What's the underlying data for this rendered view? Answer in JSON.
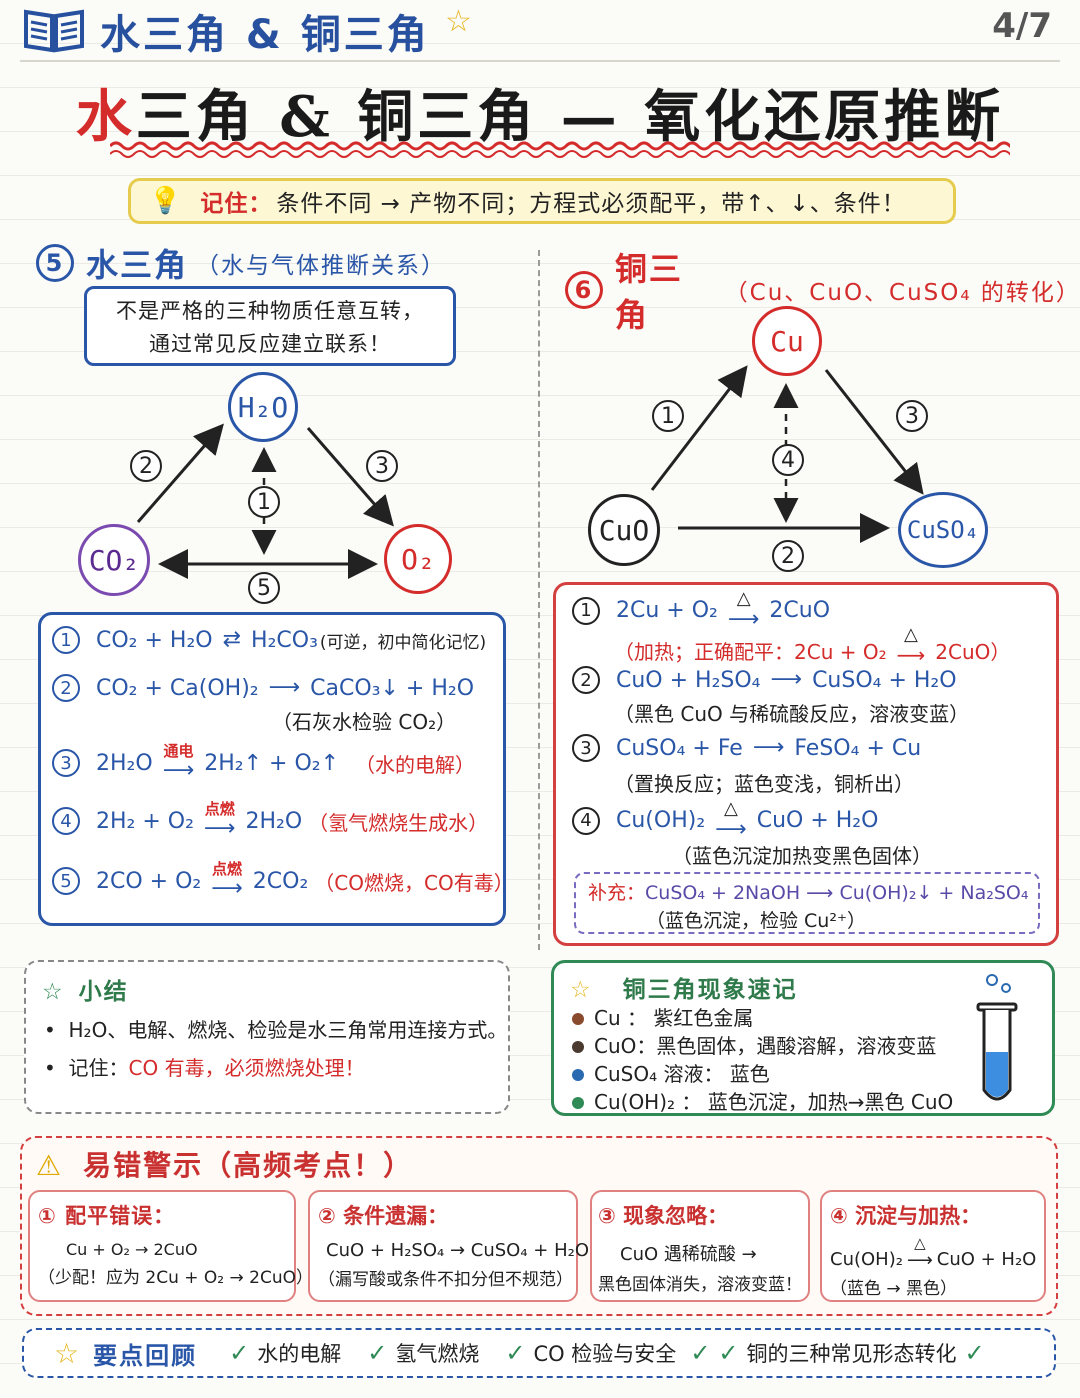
{
  "header": {
    "title": "水三角 & 铜三角",
    "star": "☆",
    "page": "4/7"
  },
  "main_title": {
    "first": "水",
    "rest": "三角 & 铜三角 — 氧化还原推断"
  },
  "tip": {
    "keyword": "记住：",
    "text": "条件不同 → 产物不同；方程式必须配平，带↑、↓、条件！"
  },
  "water": {
    "num": "5",
    "title": "水三角",
    "sub": "（水与气体推断关系）",
    "note_line1": "不是严格的三种物质任意互转，",
    "note_line2": "通过常见反应建立联系！",
    "nodes": {
      "top": "H₂O",
      "left": "CO₂",
      "right": "O₂"
    },
    "labels": [
      "1",
      "2",
      "3",
      "5"
    ],
    "eqs": [
      {
        "n": "1",
        "lhs": "CO₂ + H₂O",
        "rhs": "H₂CO₃",
        "note": "(可逆，初中简化记忆)"
      },
      {
        "n": "2",
        "lhs": "CO₂ + Ca(OH)₂",
        "rhs": "CaCO₃↓ + H₂O",
        "note": "（石灰水检验 CO₂）"
      },
      {
        "n": "3",
        "lhs": "2H₂O",
        "cond": "通电",
        "rhs": "2H₂↑ + O₂↑",
        "note": "（水的电解）"
      },
      {
        "n": "4",
        "lhs": "2H₂ + O₂",
        "cond": "点燃",
        "rhs": "2H₂O",
        "note": "（氢气燃烧生成水）"
      },
      {
        "n": "5",
        "lhs": "2CO + O₂",
        "cond": "点燃",
        "rhs": "2CO₂",
        "note": "（CO燃烧，CO有毒）"
      }
    ]
  },
  "copper": {
    "num": "6",
    "title": "铜三角",
    "sub": "（Cu、CuO、CuSO₄ 的转化）",
    "nodes": {
      "top": "Cu",
      "left": "CuO",
      "right": "CuSO₄"
    },
    "labels": [
      "1",
      "2",
      "3",
      "4"
    ],
    "eqs": [
      {
        "n": "1",
        "lhs": "2Cu + O₂",
        "cond": "△",
        "rhs": "2CuO",
        "note": "（加热；正确配平：2Cu + O₂",
        "note_rhs": "2CuO）"
      },
      {
        "n": "2",
        "lhs": "CuO + H₂SO₄",
        "rhs": "CuSO₄ + H₂O",
        "note": "（黑色 CuO 与稀硫酸反应，溶液变蓝）"
      },
      {
        "n": "3",
        "lhs": "CuSO₄ + Fe",
        "rhs": "FeSO₄ + Cu",
        "note": "（置换反应；蓝色变浅，铜析出）"
      },
      {
        "n": "4",
        "lhs": "Cu(OH)₂",
        "cond": "△",
        "rhs": "CuO + H₂O",
        "note": "（蓝色沉淀加热变黑色固体）"
      }
    ],
    "supplement": {
      "label": "补充：",
      "eq": "CuSO₄ + 2NaOH ⟶ Cu(OH)₂↓ + Na₂SO₄",
      "note": "（蓝色沉淀，检验 Cu²⁺）"
    }
  },
  "summary": {
    "title": "小结",
    "items": [
      "H₂O、电解、燃烧、检验是水三角常用连接方式。"
    ],
    "item2_prefix": "记住：",
    "item2_red": "CO 有毒，必须燃烧处理！"
  },
  "phenomena": {
    "title": "铜三角现象速记",
    "items": [
      {
        "color": "#8a4a2e",
        "text": "Cu ： 紫红色金属"
      },
      {
        "color": "#4a3a30",
        "text": "CuO：黑色固体，遇酸溶解，溶液变蓝"
      },
      {
        "color": "#2a6ab0",
        "text": "CuSO₄ 溶液： 蓝色"
      },
      {
        "color": "#2f8a55",
        "text": "Cu(OH)₂ ： 蓝色沉淀，加热→黑色 CuO"
      }
    ]
  },
  "errors": {
    "title": "易错警示（高频考点！）",
    "cards": [
      {
        "title": "① 配平错误：",
        "l1": "Cu + O₂ → 2CuO",
        "l2": "（少配！应为 2Cu + O₂ → 2CuO）"
      },
      {
        "title": "② 条件遗漏：",
        "l1": "CuO + H₂SO₄ → CuSO₄ + H₂O",
        "l2": "（漏写酸或条件不扣分但不规范）"
      },
      {
        "title": "③ 现象忽略：",
        "l1": "CuO 遇稀硫酸 →",
        "l2": "黑色固体消失，溶液变蓝！"
      },
      {
        "title": "④ 沉淀与加热：",
        "l1a": "Cu(OH)₂",
        "cond": "△",
        "l1b": "CuO + H₂O",
        "l2": "（蓝色 → 黑色）"
      }
    ]
  },
  "review": {
    "title": "要点回顾",
    "items": [
      "水的电解",
      "氢气燃烧",
      "CO 检验与安全",
      "铜的三种常见形态转化"
    ]
  },
  "colors": {
    "blue": "#2a56a8",
    "red": "#d42b2b",
    "green": "#2f8a55",
    "yellow": "#e6cc4e"
  }
}
